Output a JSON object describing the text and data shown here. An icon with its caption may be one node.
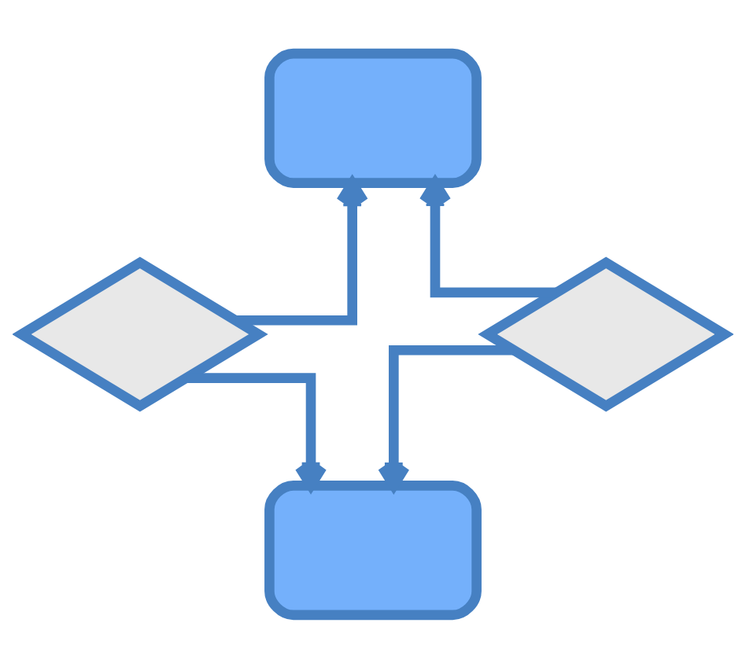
{
  "diagram": {
    "nodes": [
      {
        "text": [],
        "shape": "box"
      },
      {
        "text": [],
        "shape": "diamond"
      },
      {
        "text": [],
        "shape": "diamond"
      },
      {
        "text": [],
        "shape": "box"
      }
    ],
    "edges": [
      {
        "from": 1,
        "to": 0,
        "arrow": "to"
      },
      {
        "from": 2,
        "to": 0,
        "arrow": "to"
      },
      {
        "from": 1,
        "to": 3,
        "arrow": "to"
      },
      {
        "from": 2,
        "to": 3,
        "arrow": "to"
      }
    ]
  }
}
